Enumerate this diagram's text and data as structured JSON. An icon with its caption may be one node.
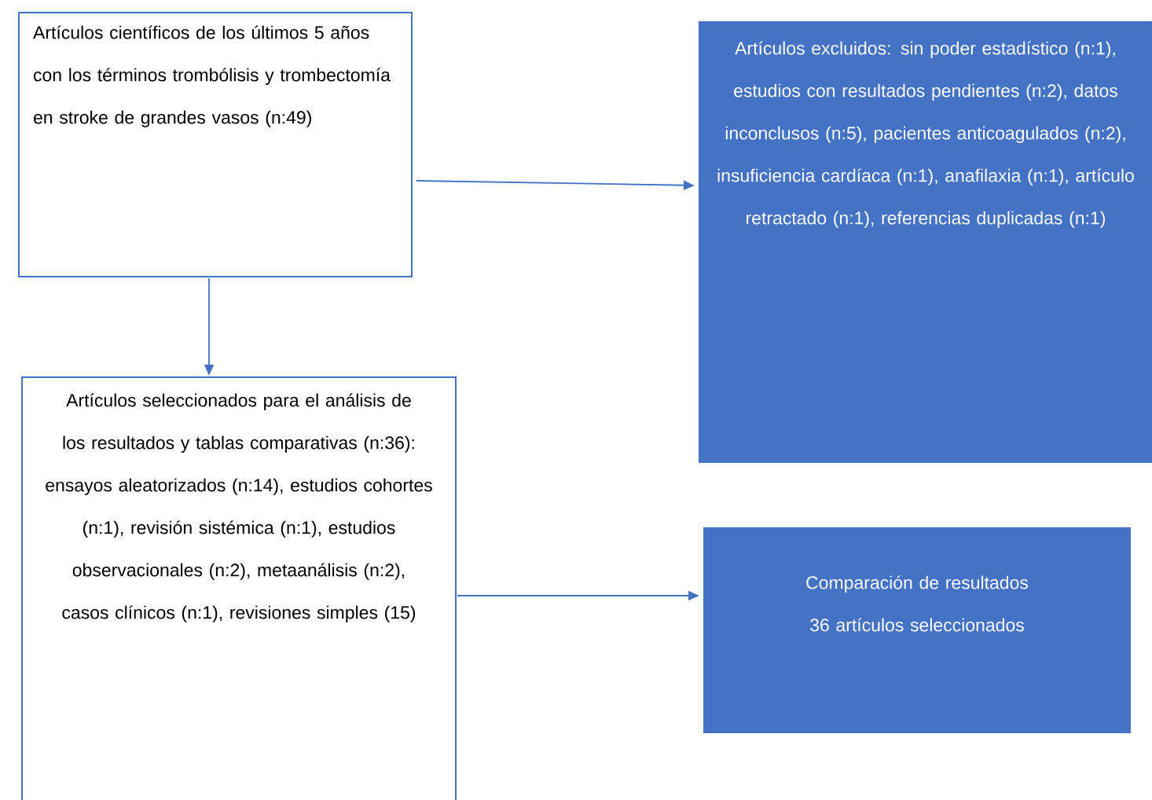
{
  "diagram": {
    "nodes": [
      {
        "text": [
          "Artículos científicos de los últimos 5 años con los términos trombólisis y trombectomía en stroke de grandes vasos (n:49)"
        ]
      },
      {
        "text": [
          "Artículos excluidos: sin poder estadístico (n:1), estudios con resultados pendientes (n:2), datos inconclusos (n:5), pacientes anticoagulados (n:2), insuficiencia cardíaca (n:1), anafilaxia (n:1), artículo retractado (n:1), referencias duplicadas (n:1)"
        ]
      },
      {
        "text": [
          "Artículos seleccionados para el análisis de los resultados y tablas comparativas (n:36): ensayos aleatorizados (n:14), estudios cohortes (n:1), revisión sistémica (n:1), estudios observacionales (n:2), metaanálisis (n:2), casos clínicos (n:1), revisiones simples (15)"
        ]
      },
      {
        "text": [
          "Comparación de resultados 36 artículos seleccionados"
        ]
      }
    ],
    "edges": [
      {
        "from": 0,
        "to": 1,
        "arrow": "to"
      },
      {
        "from": 0,
        "to": 2,
        "arrow": "to"
      },
      {
        "from": 2,
        "to": 3,
        "arrow": "to"
      }
    ]
  }
}
